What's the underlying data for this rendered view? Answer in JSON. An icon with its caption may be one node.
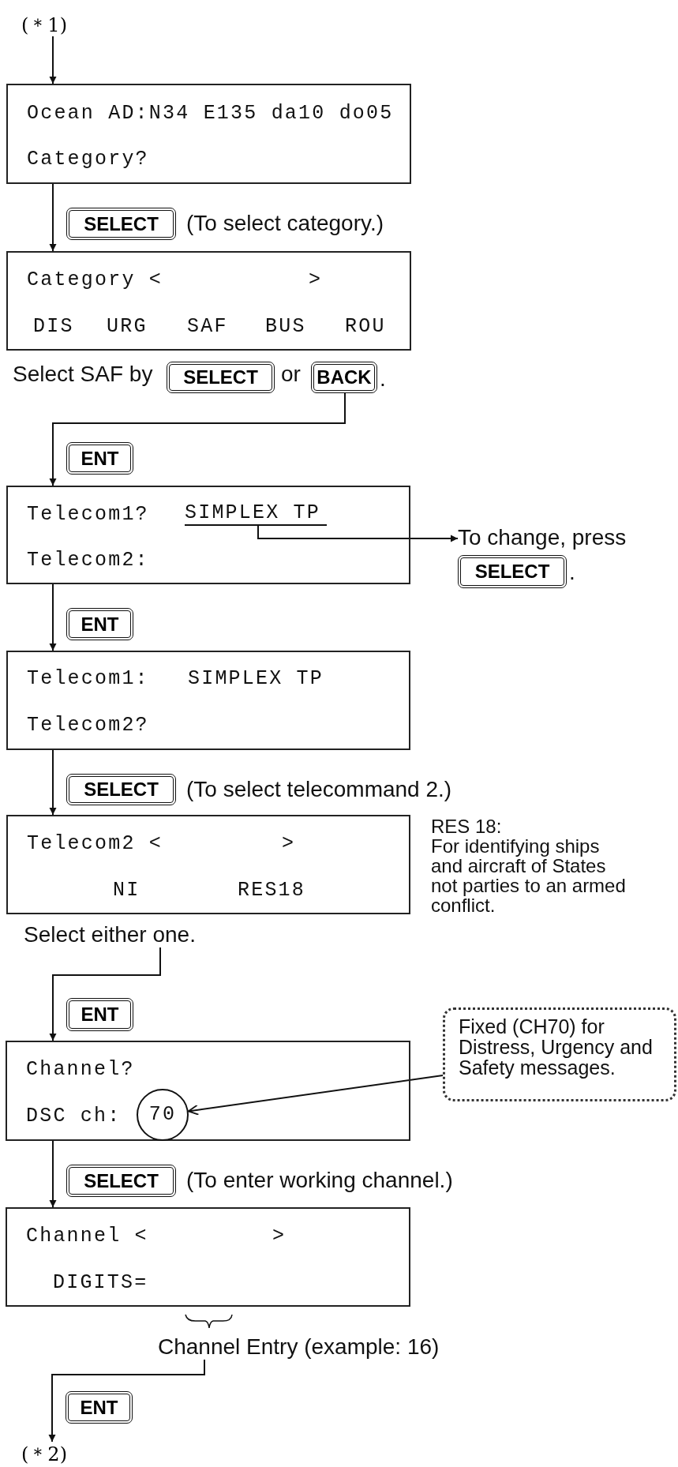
{
  "diagram": {
    "nodes": [
      {
        "text": [
          "(＊1)"
        ]
      },
      {
        "text": [
          "Ocean AD:N34 E135 da10 do05",
          "Category?"
        ]
      },
      {
        "text": [
          "SELECT"
        ],
        "beside": [
          "(To select category.)"
        ]
      },
      {
        "text": [
          "Category <",
          ">",
          "DIS",
          "URG",
          "SAF",
          "BUS",
          "ROU"
        ]
      },
      {
        "text": [
          "SELECT"
        ]
      },
      {
        "text": [
          "BACK"
        ],
        "beside": [
          "."
        ]
      },
      {
        "text": [
          "ENT"
        ]
      },
      {
        "text": [
          "Telecom1?",
          "Telecom2:"
        ]
      },
      {
        "text": [
          "SIMPLEX TP"
        ],
        "in": 7
      },
      {
        "text": [
          "To change, press"
        ]
      },
      {
        "text": [
          "SELECT"
        ],
        "beside": [
          "."
        ]
      },
      {
        "text": [
          "ENT"
        ]
      },
      {
        "text": [
          "Telecom1:",
          "SIMPLEX TP",
          "Telecom2?"
        ]
      },
      {
        "text": [
          "SELECT"
        ],
        "beside": [
          "(To select telecommand 2.)"
        ]
      },
      {
        "text": [
          "Telecom2 <",
          ">",
          "NI",
          "RES18"
        ],
        "beside": [
          "RES 18:",
          "For identifying ships and aircraft of States not parties to an armed conflict."
        ]
      },
      {
        "text": [
          "Select either one."
        ]
      },
      {
        "text": [
          "ENT"
        ]
      },
      {
        "text": [
          "Channel?",
          "DSC ch:"
        ]
      },
      {
        "text": [
          "70"
        ],
        "in": 17
      },
      {
        "text": [
          "Fixed (CH70) for Distress, Urgency and Safety messages."
        ]
      },
      {
        "text": [
          "SELECT"
        ],
        "beside": [
          "(To enter working channel.)"
        ]
      },
      {
        "text": [
          "Channel <",
          ">",
          "DIGITS="
        ]
      },
      {
        "text": [
          "Channel Entry (example: 16)"
        ]
      },
      {
        "text": [
          "ENT"
        ]
      },
      {
        "text": [
          "(＊2)"
        ]
      }
    ],
    "edges": [
      {
        "from": 0,
        "to": 1,
        "arrow": "to"
      },
      {
        "from": 1,
        "to": 3,
        "arrow": "to"
      },
      {
        "from": 5,
        "to": 7,
        "arrow": "to"
      },
      {
        "from": 7,
        "to": 12,
        "arrow": "to"
      },
      {
        "from": 12,
        "to": 14,
        "arrow": "to"
      },
      {
        "from": 15,
        "to": 17,
        "arrow": "to"
      },
      {
        "from": 17,
        "to": 21,
        "arrow": "to"
      },
      {
        "from": 22,
        "to": 24,
        "arrow": "to"
      },
      {
        "from": 8,
        "to": 9,
        "arrow": "to"
      },
      {
        "from": 19,
        "to": 18,
        "arrow": "to"
      }
    ],
    "labels": [
      "Select SAF by",
      "or"
    ]
  }
}
